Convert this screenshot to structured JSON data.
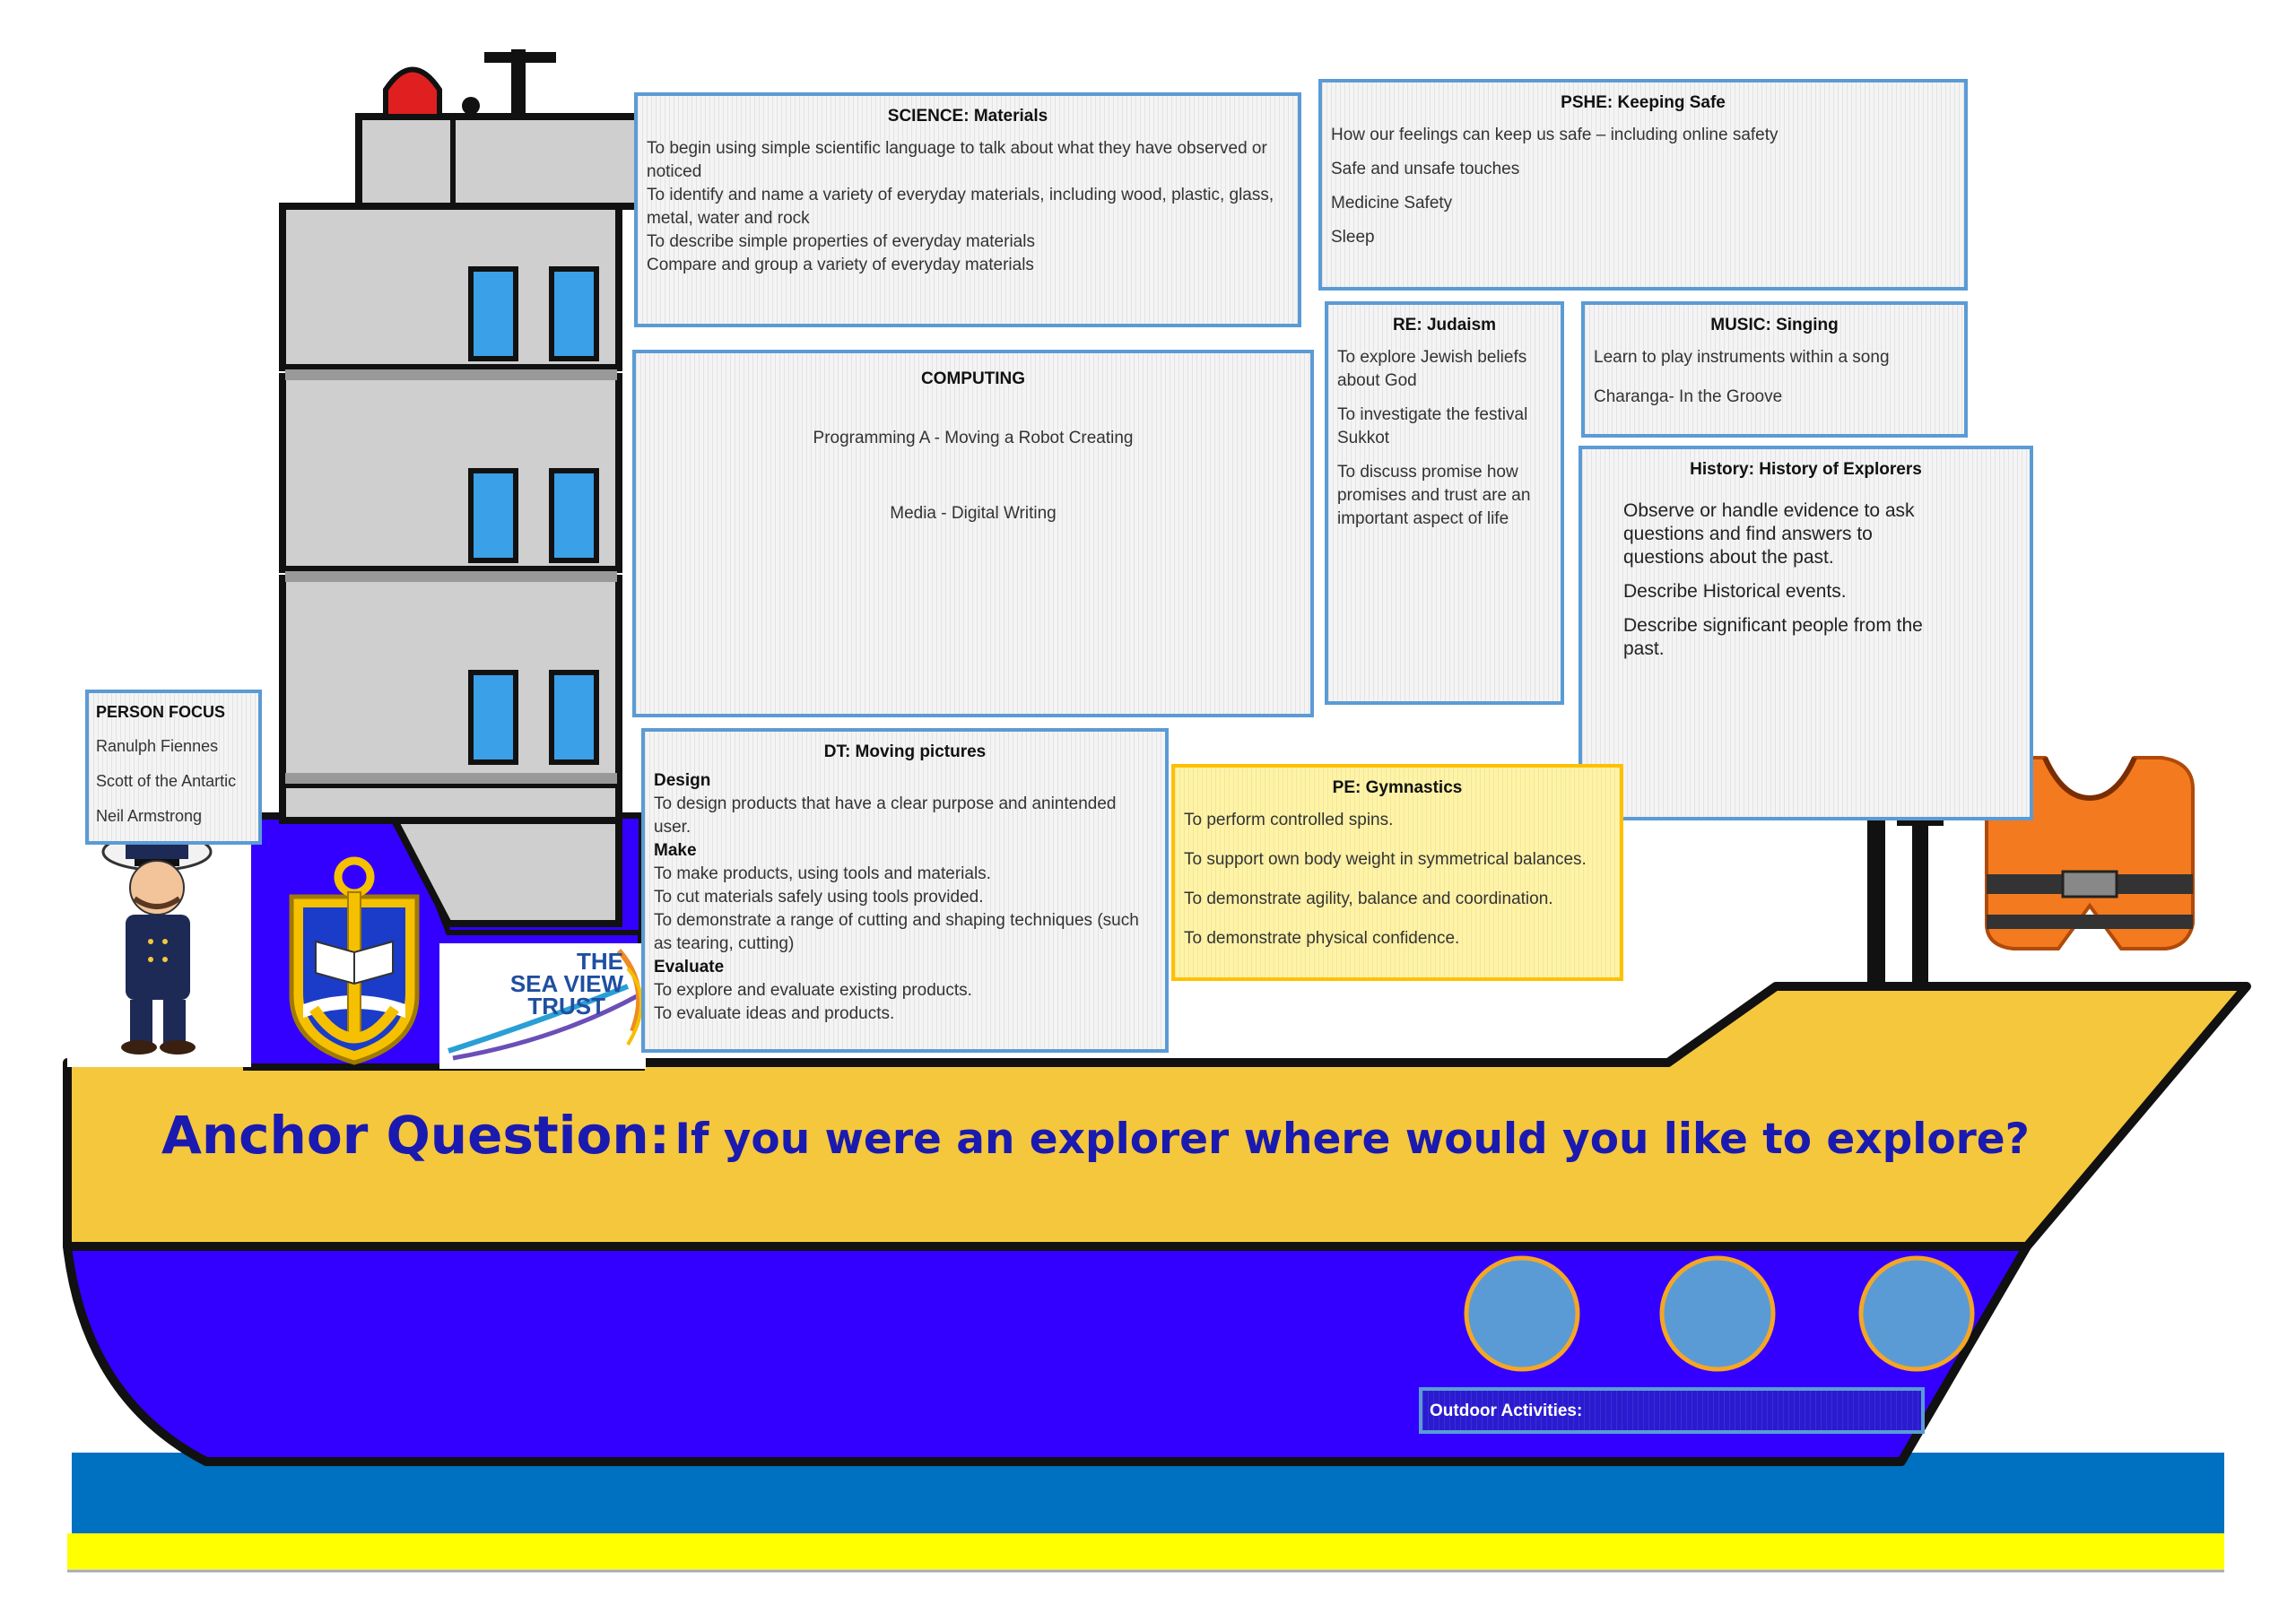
{
  "science": {
    "title": "SCIENCE: Materials",
    "lines": [
      "To begin using simple scientific language to talk about what they have observed or noticed",
      "To identify and name a variety of everyday materials, including wood, plastic, glass, metal, water and rock",
      "To describe simple properties of everyday materials",
      "Compare and group a variety of everyday materials"
    ]
  },
  "pshe": {
    "title": "PSHE: Keeping Safe",
    "lines": [
      "How our feelings can keep us safe – including online safety",
      "Safe and unsafe touches",
      "Medicine Safety",
      "Sleep"
    ]
  },
  "computing": {
    "title": "COMPUTING",
    "lines": [
      "Programming A - Moving a Robot Creating",
      "Media - Digital Writing"
    ]
  },
  "re": {
    "title": "RE:  Judaism",
    "lines": [
      "To explore Jewish beliefs about God",
      "To investigate the festival Sukkot",
      "To discuss promise how promises and trust are an important aspect of life"
    ]
  },
  "music": {
    "title": "MUSIC: Singing",
    "lines": [
      "Learn to play instruments within a song",
      "Charanga- In the Groove"
    ]
  },
  "history": {
    "title": "History:  History of Explorers",
    "lines": [
      "Observe or handle evidence to ask questions and find answers to questions about the past.",
      "Describe Historical events.",
      "Describe significant people from the past."
    ]
  },
  "person_focus": {
    "title": "PERSON FOCUS",
    "people": [
      "Ranulph Fiennes",
      "Scott of the Antartic",
      "Neil Armstrong"
    ]
  },
  "dt": {
    "title": "DT: Moving pictures",
    "design_heading": "Design",
    "design_lines": [
      "To design products that have a  clear purpose and anintended user."
    ],
    "make_heading": "Make",
    "make_lines": [
      "To make products, using tools and materials.",
      "To cut materials safely using tools provided.",
      "To demonstrate a range of cutting and shaping techniques (such as tearing, cutting)"
    ],
    "evaluate_heading": "Evaluate",
    "evaluate_lines": [
      "To explore and evaluate existing products.",
      "To evaluate ideas and products."
    ]
  },
  "pe": {
    "title": "PE: Gymnastics",
    "lines": [
      "To perform controlled spins.",
      "To support own body weight in symmetrical balances.",
      "To demonstrate agility, balance and coordination.",
      "To demonstrate physical confidence."
    ]
  },
  "anchor": {
    "label": "Anchor Question:",
    "question": "If you were an explorer where would you like to explore?"
  },
  "outdoor": {
    "label": "Outdoor Activities:"
  },
  "logo": {
    "line1": "THE",
    "line2": "SEA VIEW",
    "line3": "TRUST"
  },
  "colors": {
    "hull_blue": "#3300ff",
    "hull_yellow": "#f5c73c",
    "sea": "#0070c0",
    "sand": "#ffff00",
    "panel_border": "#5b9bd5",
    "pe_border": "#ffc000",
    "anchor_text": "#1a1ab0"
  }
}
